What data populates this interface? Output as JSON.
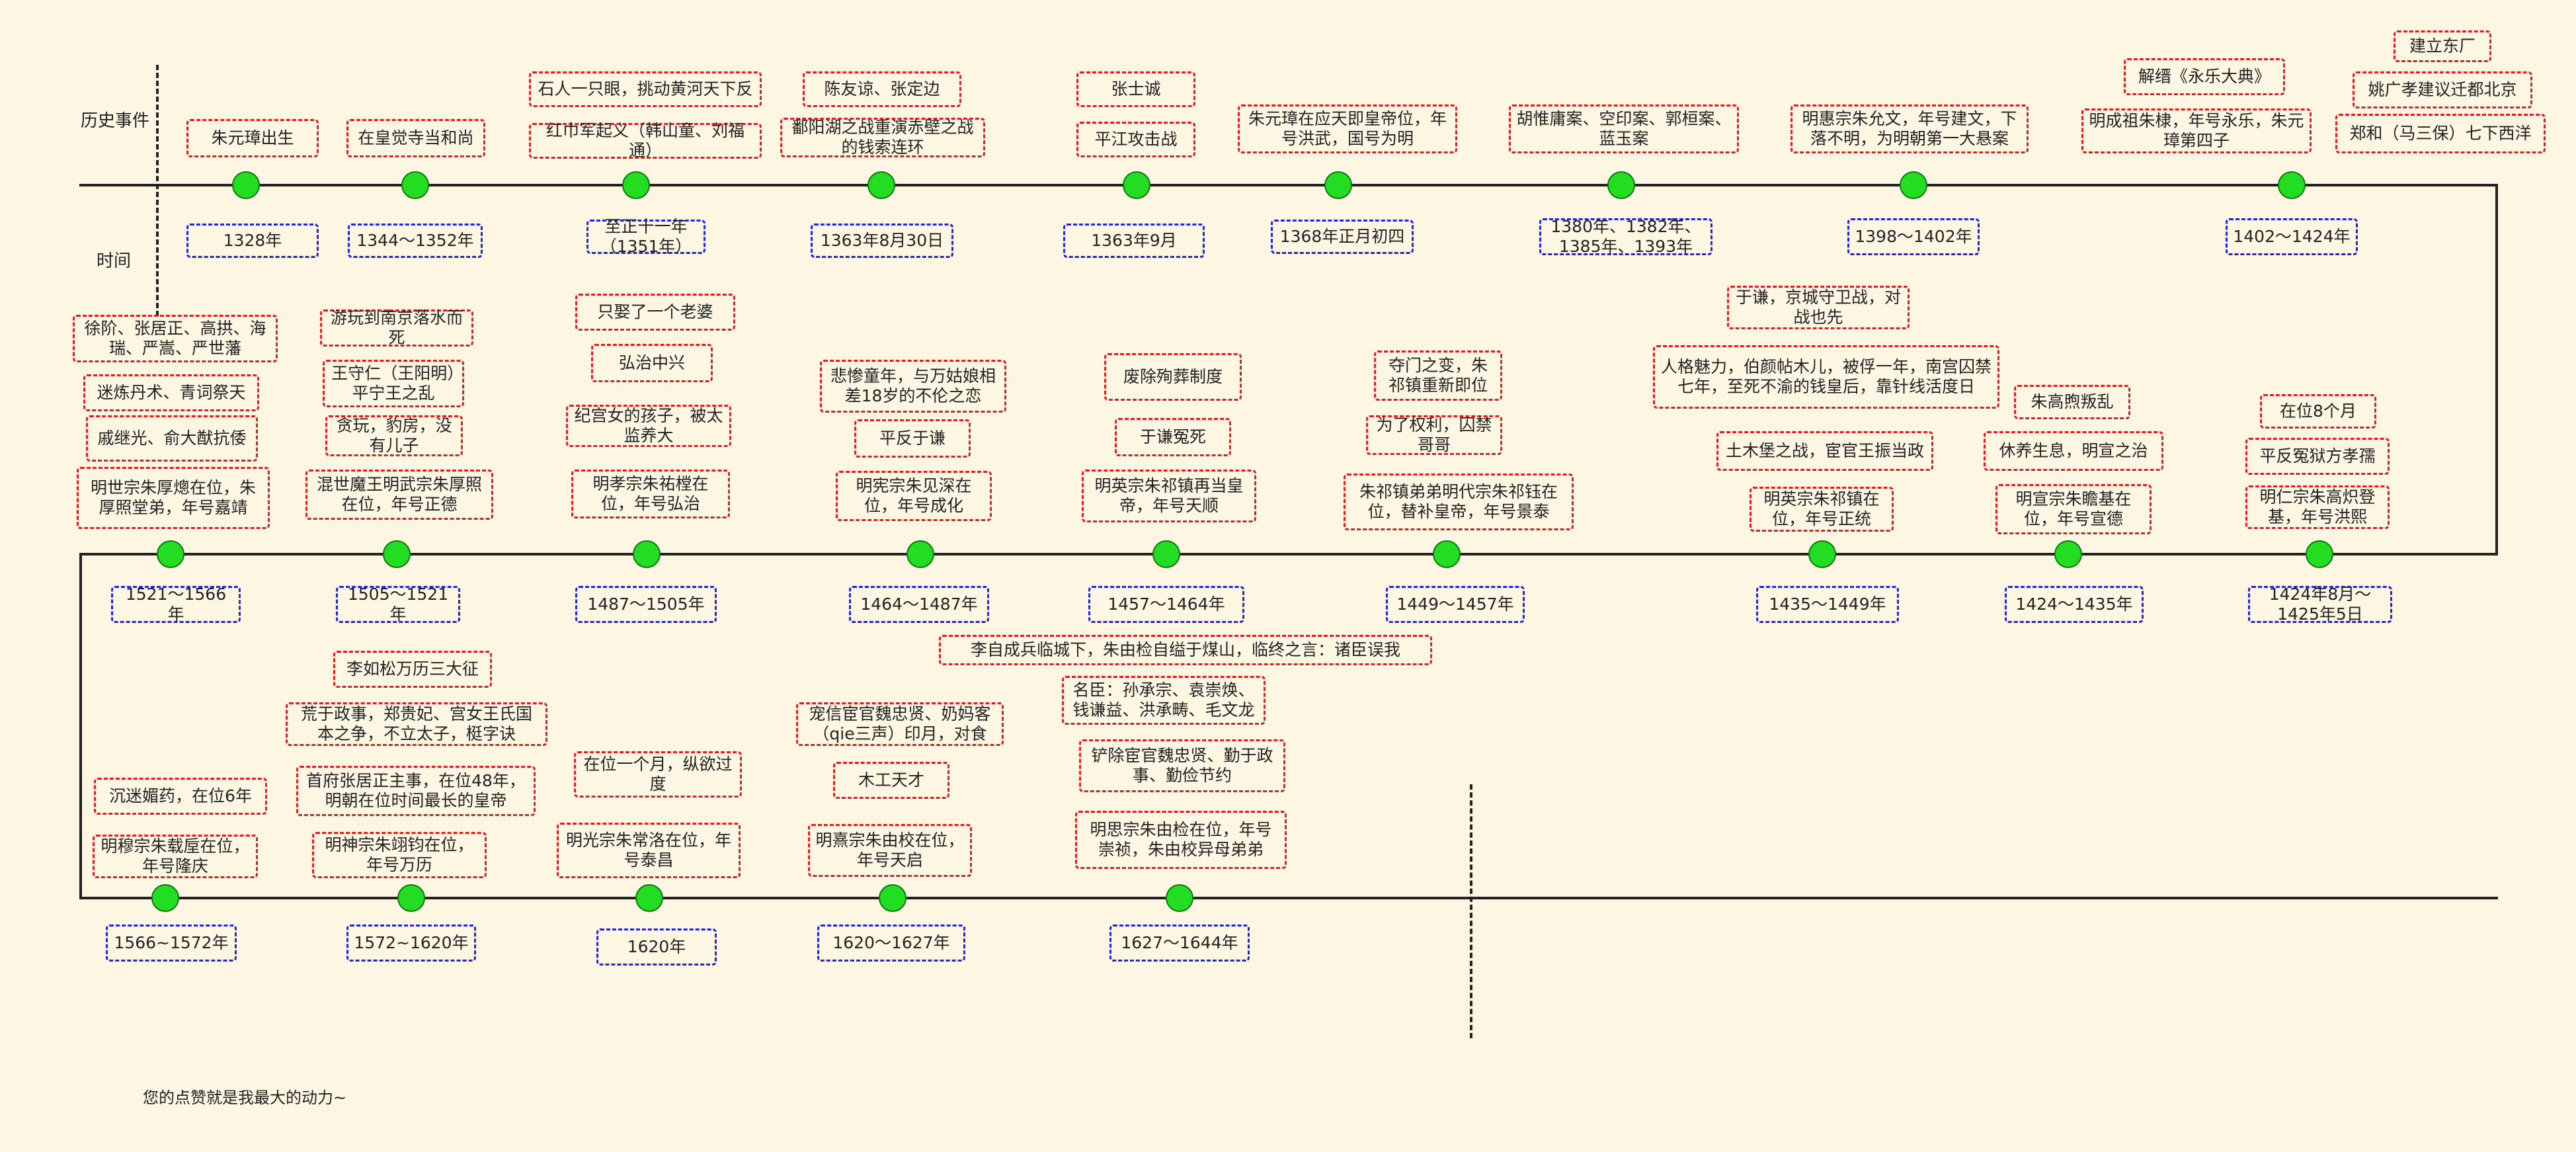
{
  "axis": {
    "event_label": "历史事件",
    "time_label": "时间"
  },
  "footer": "您的点赞就是我最大的动力~",
  "colors": {
    "event_border": "#e02020",
    "time_border": "#2323dd",
    "dot": "#22dd22",
    "background": "#fcf6e3"
  },
  "row1": [
    {
      "time": "1328年",
      "events": [
        "朱元璋出生"
      ]
    },
    {
      "time": "1344～1352年",
      "events": [
        "在皇觉寺当和尚"
      ]
    },
    {
      "time": "至正十一年（1351年）",
      "events": [
        "石人一只眼，挑动黄河天下反",
        "红巾军起义（韩山童、刘福通）"
      ]
    },
    {
      "time": "1363年8月30日",
      "events": [
        "陈友谅、张定边",
        "鄱阳湖之战重演赤壁之战的钱索连环"
      ]
    },
    {
      "time": "1363年9月",
      "events": [
        "张士诚",
        "平江攻击战"
      ]
    },
    {
      "time": "1368年正月初四",
      "events": [
        "朱元璋在应天即皇帝位，年号洪武，国号为明"
      ]
    },
    {
      "time": "1380年、1382年、1385年、1393年",
      "events": [
        "胡惟庸案、空印案、郭桓案、蓝玉案"
      ]
    },
    {
      "time": "1398～1402年",
      "events": [
        "明惠宗朱允文，年号建文，下落不明，为明朝第一大悬案"
      ]
    },
    {
      "time": "1402～1424年",
      "events": [
        "解缙《永乐大典》",
        "明成祖朱棣，年号永乐，朱元璋第四子"
      ]
    },
    {
      "time": "",
      "events": [
        "建立东厂",
        "姚广孝建议迁都北京",
        "郑和（马三保）七下西洋"
      ]
    }
  ],
  "row2": [
    {
      "time": "1424年8月～1425年5日",
      "events": [
        "在位8个月",
        "平反冤狱方孝孺",
        "明仁宗朱高炽登基，年号洪熙"
      ]
    },
    {
      "time": "1424～1435年",
      "events": [
        "朱高煦叛乱",
        "休养生息，明宣之治",
        "明宣宗朱瞻基在位，年号宣德"
      ]
    },
    {
      "time": "1435～1449年",
      "events": [
        "于谦，京城守卫战，对战也先",
        "人格魅力，伯颜帖木儿，被俘一年，南宫囚禁七年，至死不渝的钱皇后，靠针线活度日",
        "土木堡之战，宦官王振当政",
        "明英宗朱祁镇在位，年号正统"
      ]
    },
    {
      "time": "1449～1457年",
      "events": [
        "夺门之变，朱祁镇重新即位",
        "为了权利，囚禁哥哥",
        "朱祁镇弟弟明代宗朱祁钰在位，替补皇帝，年号景泰"
      ]
    },
    {
      "time": "1457～1464年",
      "events": [
        "废除殉葬制度",
        "于谦冤死",
        "明英宗朱祁镇再当皇帝，年号天顺"
      ]
    },
    {
      "time": "1464～1487年",
      "events": [
        "悲惨童年，与万姑娘相差18岁的不伦之恋",
        "平反于谦",
        "明宪宗朱见深在位，年号成化"
      ]
    },
    {
      "time": "1487～1505年",
      "events": [
        "只娶了一个老婆",
        "弘治中兴",
        "纪宫女的孩子，被太监养大",
        "明孝宗朱祐樘在位，年号弘治"
      ]
    },
    {
      "time": "1505～1521年",
      "events": [
        "游玩到南京落水而死",
        "王守仁（王阳明）平宁王之乱",
        "贪玩，豹房，没有儿子",
        "混世魔王明武宗朱厚照在位，年号正德"
      ]
    },
    {
      "time": "1521～1566年",
      "events": [
        "徐阶、张居正、高拱、海瑞、严嵩、严世藩",
        "迷炼丹术、青词祭天",
        "戚继光、俞大猷抗倭",
        "明世宗朱厚熜在位，朱厚照堂弟，年号嘉靖"
      ]
    }
  ],
  "row3": [
    {
      "time": "1566~1572年",
      "events": [
        "沉迷媚药，在位6年",
        "明穆宗朱载垕在位，年号隆庆"
      ]
    },
    {
      "time": "1572~1620年",
      "events": [
        "李如松万历三大征",
        "荒于政事，郑贵妃、宫女王氏国本之争，不立太子，梃字诀",
        "首府张居正主事，在位48年，明朝在位时间最长的皇帝",
        "明神宗朱翊钧在位，年号万历"
      ]
    },
    {
      "time": "1620年",
      "events": [
        "在位一个月，纵欲过度",
        "明光宗朱常洛在位，年号泰昌"
      ]
    },
    {
      "time": "1620～1627年",
      "events": [
        "宠信宦官魏忠贤、奶妈客（qie三声）印月，对食",
        "木工天才",
        "明熹宗朱由校在位，年号天启"
      ]
    },
    {
      "time": "1627～1644年",
      "events": [
        "李自成兵临城下，朱由检自缢于煤山，临终之言：诸臣误我",
        "名臣：孙承宗、袁崇焕、钱谦益、洪承畴、毛文龙",
        "铲除宦官魏忠贤、勤于政事、勤俭节约",
        "明思宗朱由检在位，年号崇祯，朱由校异母弟弟"
      ]
    }
  ]
}
